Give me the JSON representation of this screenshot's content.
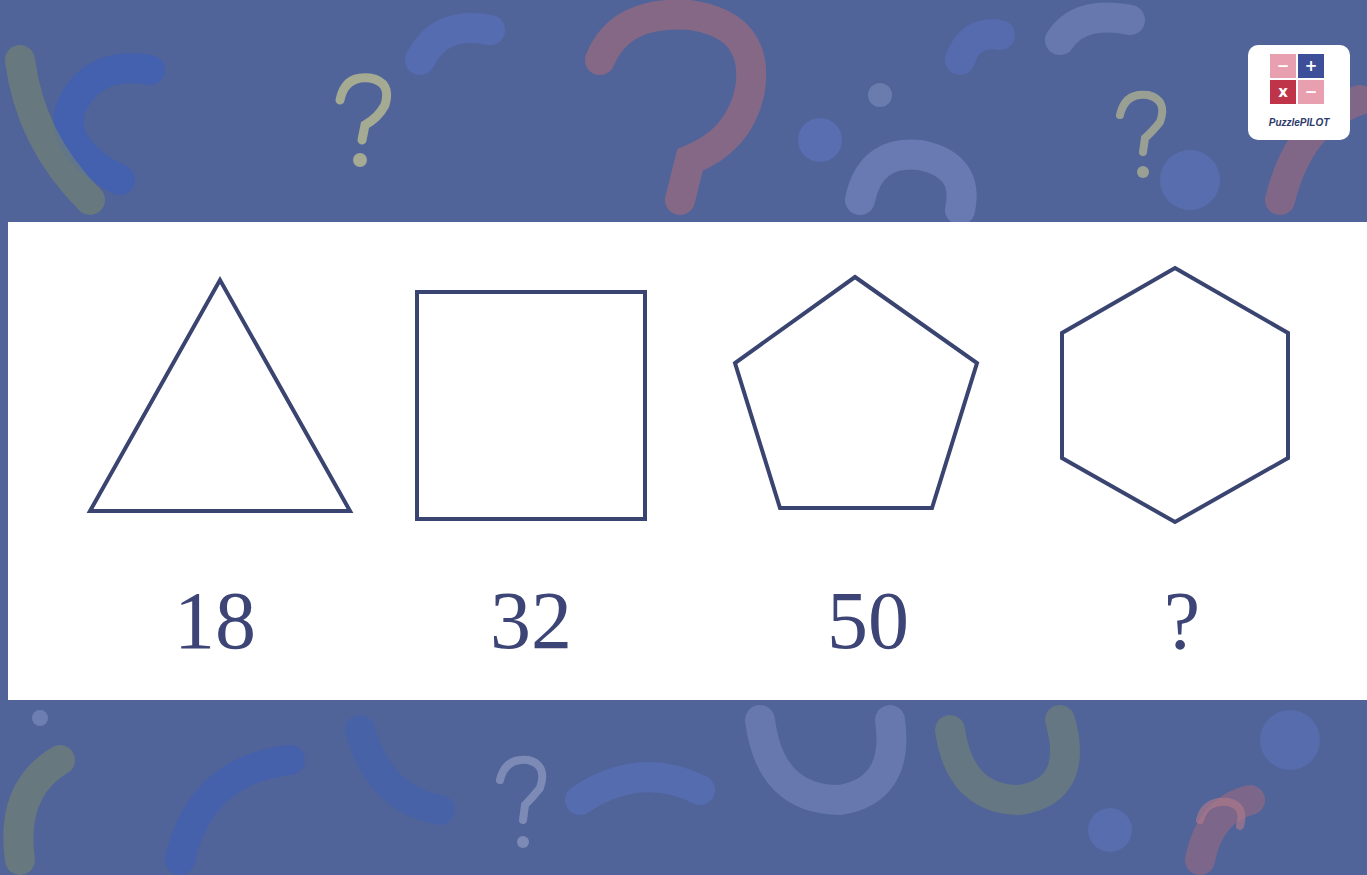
{
  "diagram": {
    "labels": [
      "18",
      "32",
      "50",
      "?",
      "−",
      "+",
      "x",
      "−",
      "PuzzlePILOT"
    ]
  }
}
